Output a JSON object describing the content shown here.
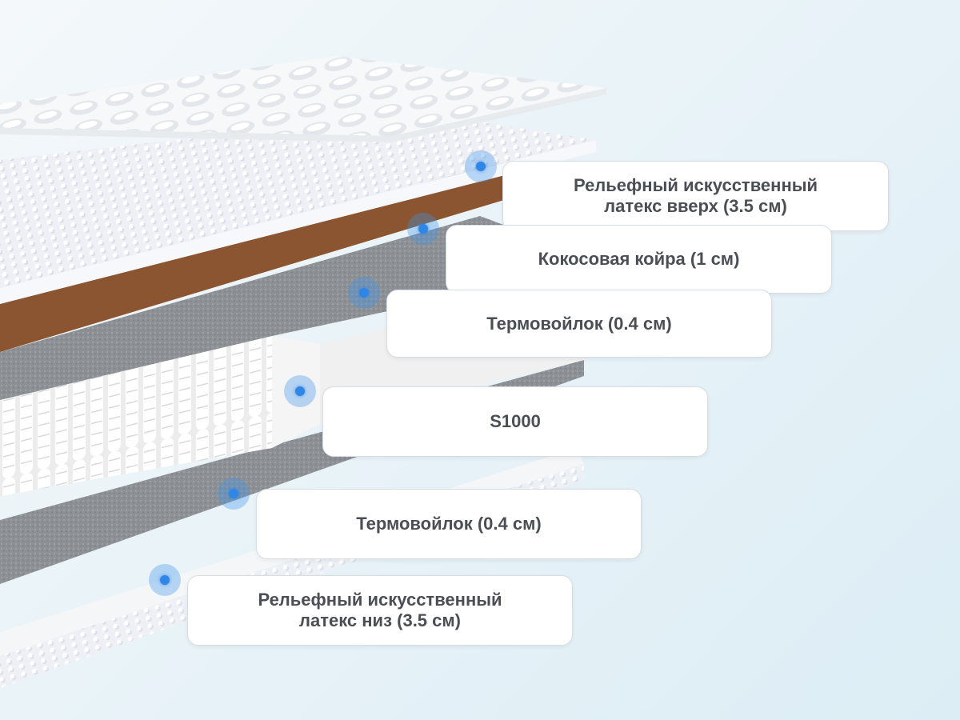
{
  "layers": [
    {
      "id": "latex-top",
      "label": "Рельефный искусственный\nлатекс вверх (3.5 см)"
    },
    {
      "id": "coconut",
      "label": "Кокосовая койра (1 см)"
    },
    {
      "id": "felt-top",
      "label": "Термовойлок (0.4 см)"
    },
    {
      "id": "springs",
      "label": "S1000"
    },
    {
      "id": "felt-bottom",
      "label": "Термовойлок (0.4 см)"
    },
    {
      "id": "latex-bottom",
      "label": "Рельефный искусственный\nлатекс низ (3.5 см)"
    }
  ],
  "colors": {
    "accent": "#2f86e6",
    "coconut": "#8a5530",
    "felt": "#8d9196",
    "latex": "#f2f5f8"
  },
  "icons": {
    "marker": "layer-marker-dot"
  }
}
